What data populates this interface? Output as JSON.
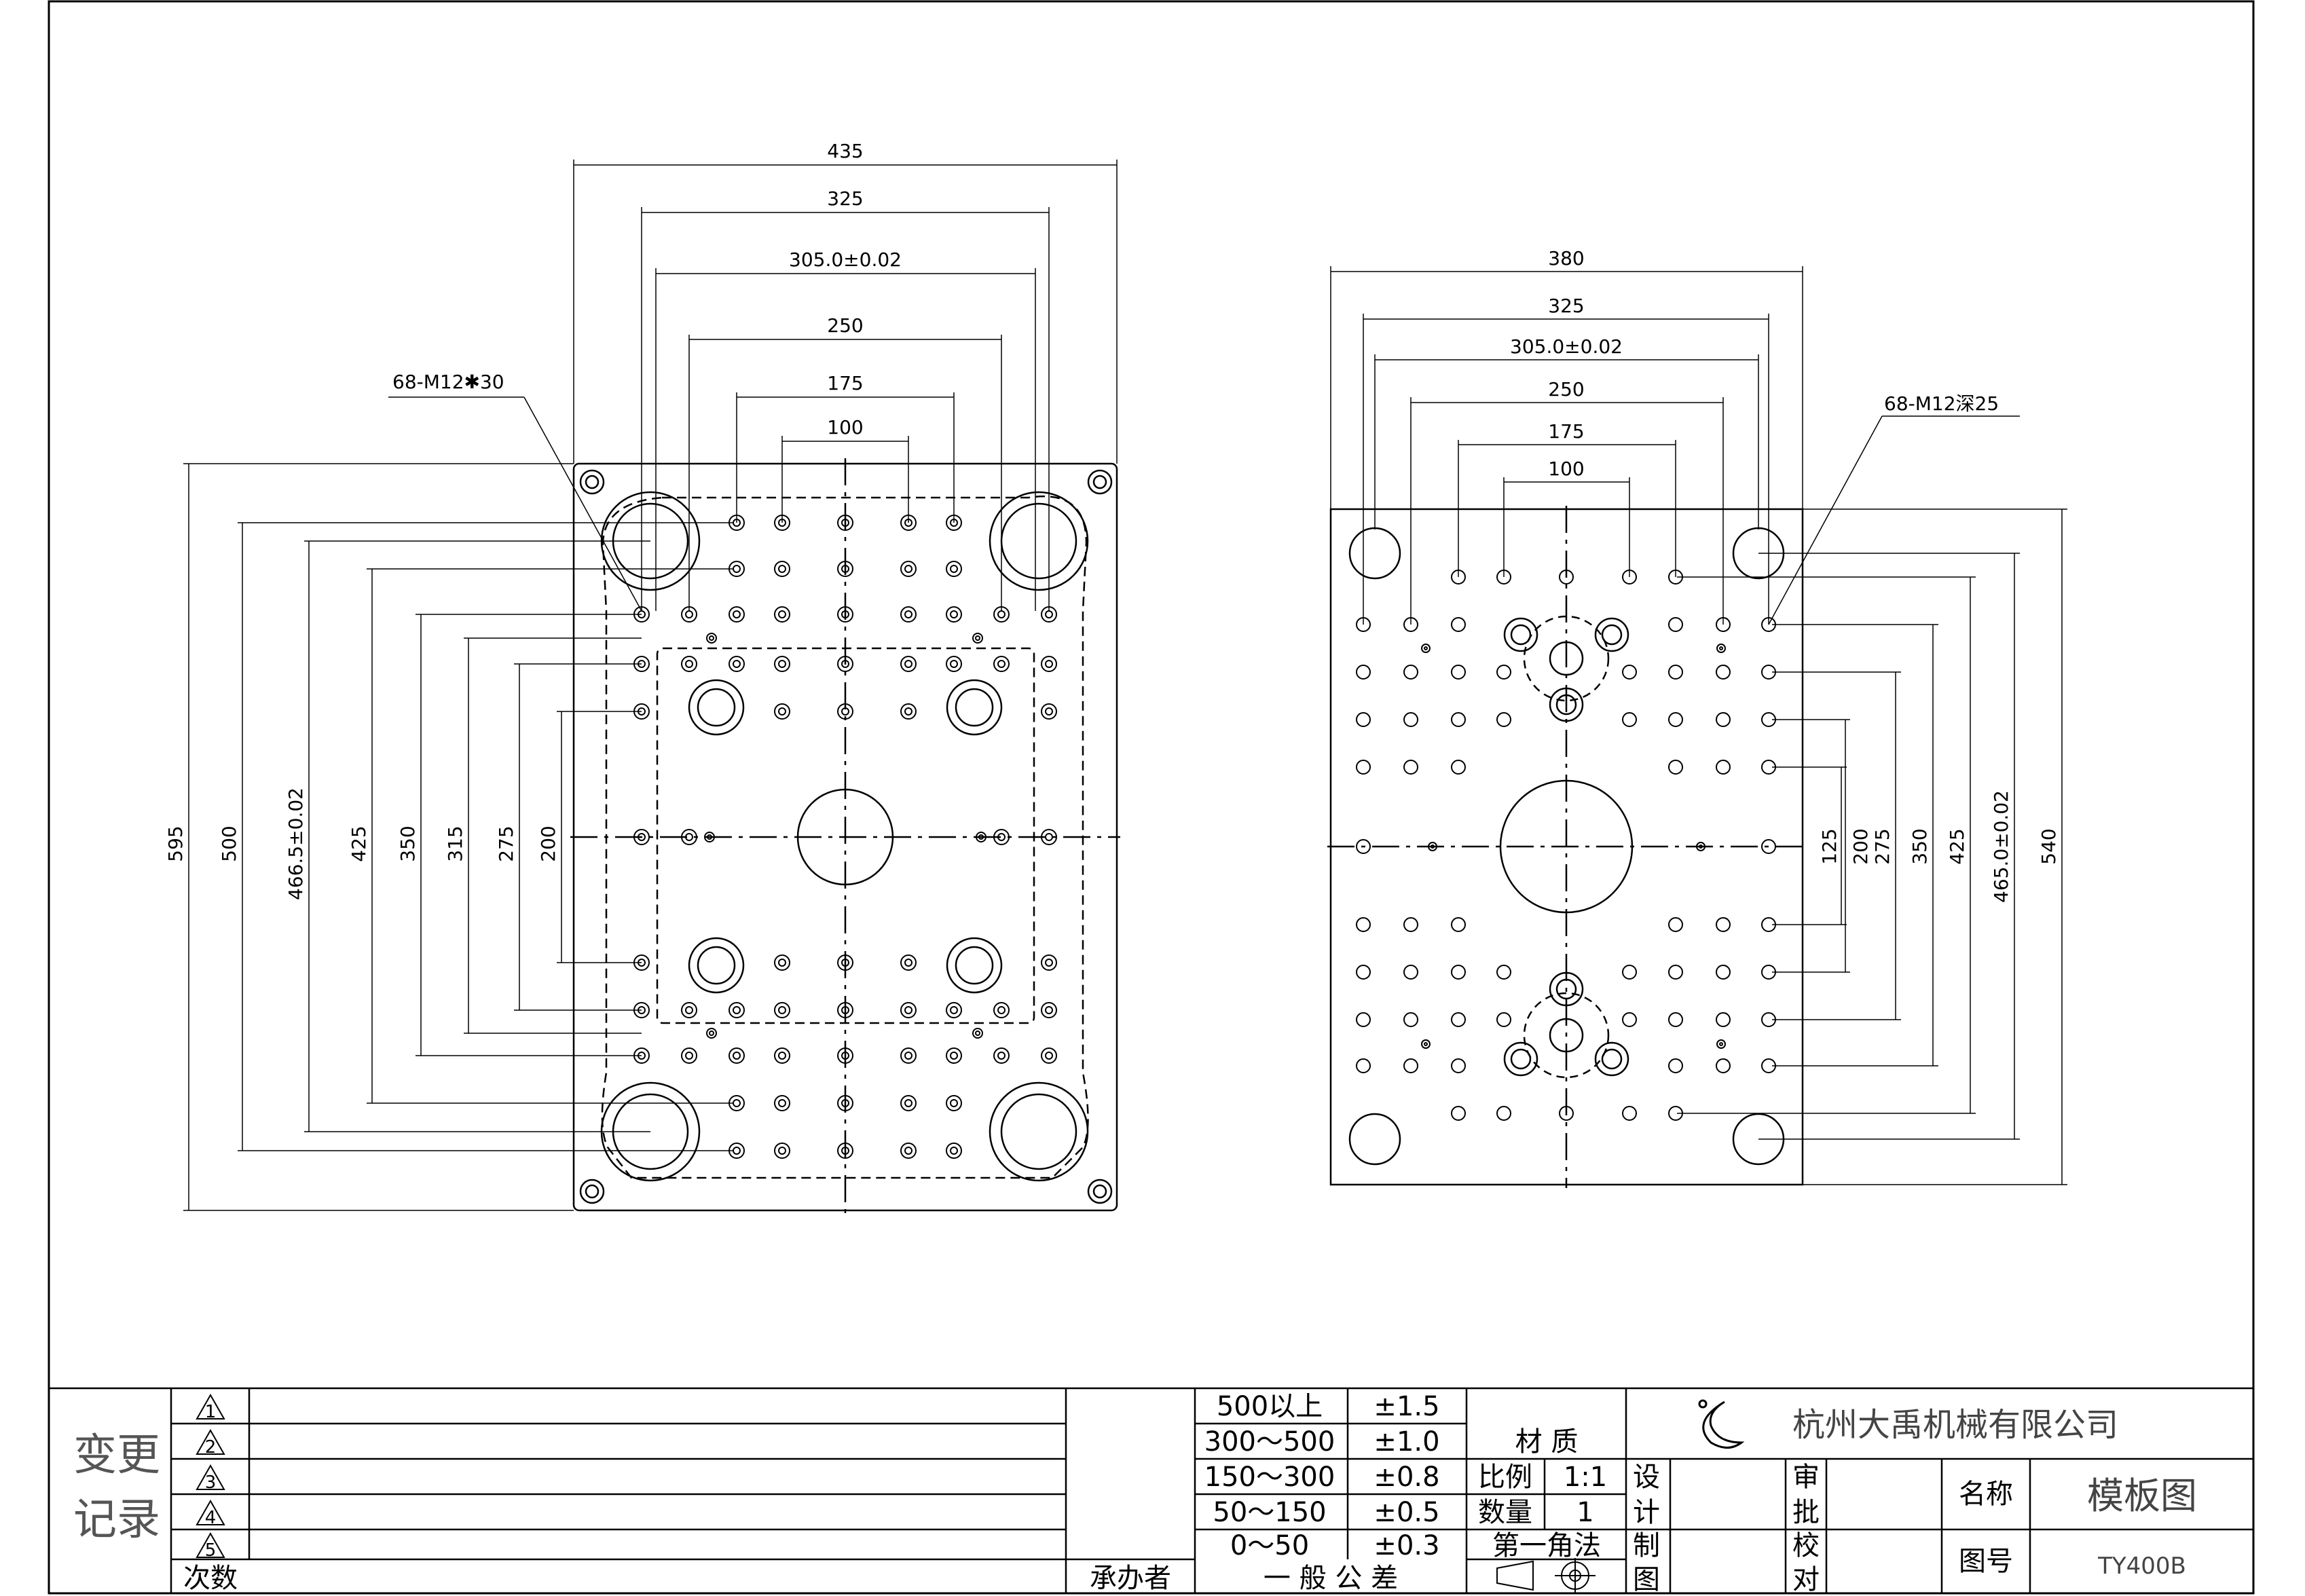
{
  "drawing": {
    "left_plate": {
      "horizontal_dims": [
        "435",
        "325",
        "305.0±0.02",
        "250",
        "175",
        "100"
      ],
      "vertical_dims": [
        "595",
        "500",
        "466.5±0.02",
        "425",
        "350",
        "315",
        "275",
        "200"
      ],
      "hole_callout": "68-M12✱30"
    },
    "right_plate": {
      "horizontal_dims": [
        "380",
        "325",
        "305.0±0.02",
        "250",
        "175",
        "100"
      ],
      "vertical_dims": [
        "540",
        "465.0±0.02",
        "425",
        "350",
        "275",
        "200",
        "125"
      ],
      "hole_callout": "68-M12深25"
    }
  },
  "title_block": {
    "change_record_label_1": "变更",
    "change_record_label_2": "记录",
    "revision_marks": [
      "1",
      "2",
      "3",
      "4",
      "5"
    ],
    "count_label": "次数",
    "handler_label": "承办者",
    "tolerance_label": "一 般 公 差",
    "tolerances": [
      {
        "range": "500以上",
        "value": "±1.5"
      },
      {
        "range": "300～500",
        "value": "±1.0"
      },
      {
        "range": "150～300",
        "value": "±0.8"
      },
      {
        "range": "50～150",
        "value": "±0.5"
      },
      {
        "range": "0～50",
        "value": "±0.3"
      }
    ],
    "material_label": "材 质",
    "scale_label": "比例",
    "scale_value": "1:1",
    "quantity_label": "数量",
    "quantity_value": "1",
    "projection_label": "第一角法",
    "design_label_1": "设",
    "design_label_2": "计",
    "draw_label_1": "制",
    "draw_label_2": "图",
    "review_label_1": "审",
    "review_label_2": "批",
    "check_label_1": "校",
    "check_label_2": "对",
    "company": "杭州大禹机械有限公司",
    "name_label": "名称",
    "name_value": "模板图",
    "drawing_no_label": "图号",
    "drawing_no_value": "TY400B"
  }
}
